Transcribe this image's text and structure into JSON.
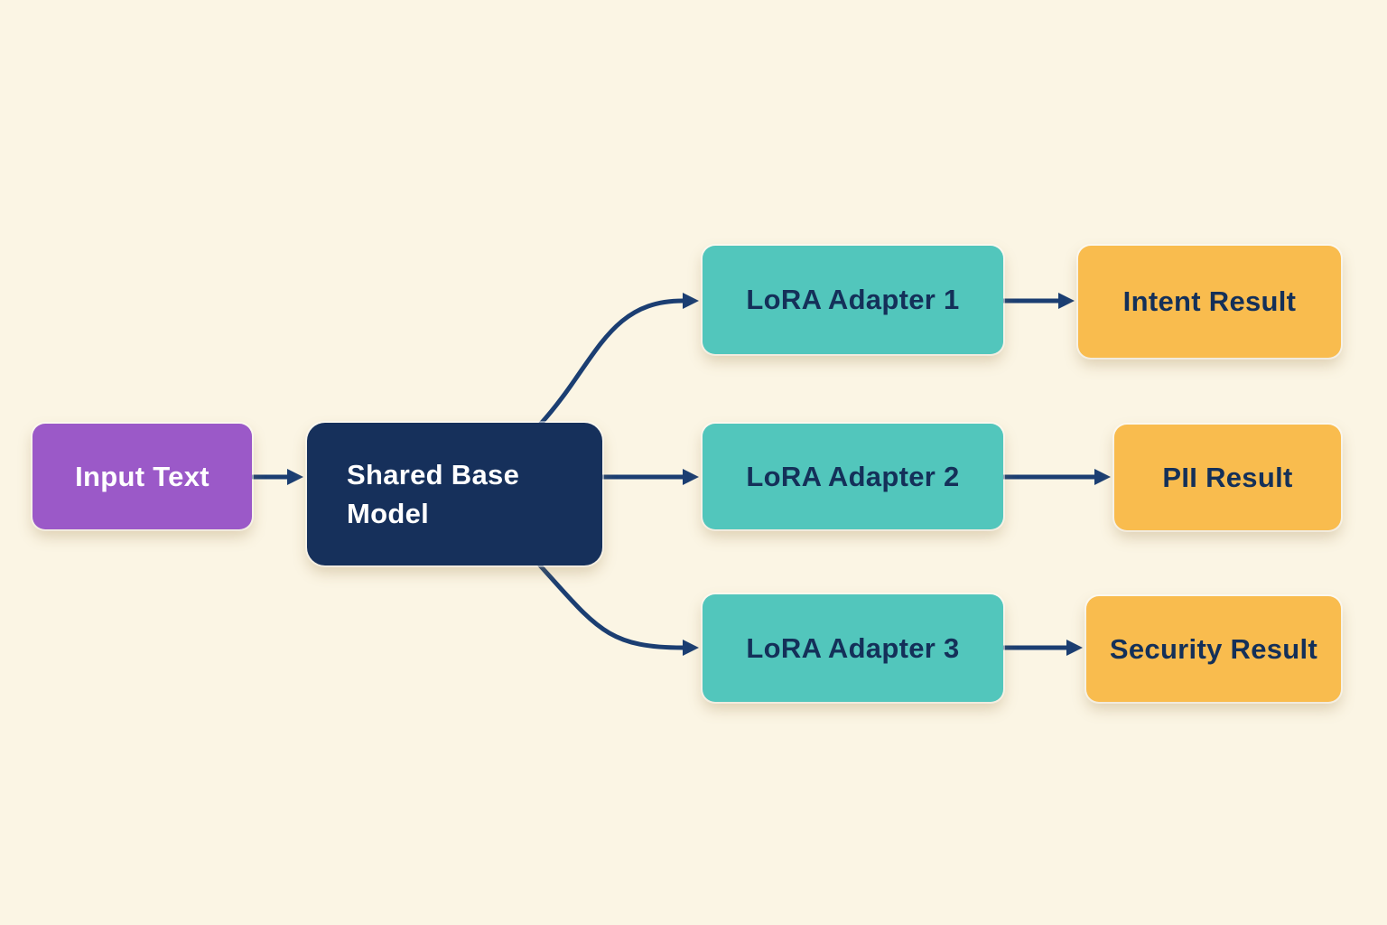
{
  "palette": {
    "background": "#fbf5e4",
    "arrow": "#1b3e72",
    "purple": "#9b59c8",
    "navy": "#16305b",
    "teal": "#52c6bc",
    "yellow": "#f9bc4e",
    "light_text": "#ffffff",
    "dark_text": "#143059"
  },
  "nodes": [
    {
      "id": "input-text",
      "label": "Input Text",
      "fill": "#9b59c8",
      "text_color": "#ffffff"
    },
    {
      "id": "shared-base-model",
      "label": "Shared Base Model",
      "fill": "#16305b",
      "text_color": "#ffffff"
    },
    {
      "id": "lora-adapter-1",
      "label": "LoRA Adapter 1",
      "fill": "#52c6bc",
      "text_color": "#143059"
    },
    {
      "id": "lora-adapter-2",
      "label": "LoRA Adapter 2",
      "fill": "#52c6bc",
      "text_color": "#143059"
    },
    {
      "id": "lora-adapter-3",
      "label": "LoRA Adapter 3",
      "fill": "#52c6bc",
      "text_color": "#143059"
    },
    {
      "id": "intent-result",
      "label": "Intent Result",
      "fill": "#f9bc4e",
      "text_color": "#143059"
    },
    {
      "id": "pii-result",
      "label": "PII Result",
      "fill": "#f9bc4e",
      "text_color": "#143059"
    },
    {
      "id": "security-result",
      "label": "Security Result",
      "fill": "#f9bc4e",
      "text_color": "#143059"
    }
  ],
  "edges": [
    {
      "from": "input-text",
      "to": "shared-base-model"
    },
    {
      "from": "shared-base-model",
      "to": "lora-adapter-1"
    },
    {
      "from": "shared-base-model",
      "to": "lora-adapter-2"
    },
    {
      "from": "shared-base-model",
      "to": "lora-adapter-3"
    },
    {
      "from": "lora-adapter-1",
      "to": "intent-result"
    },
    {
      "from": "lora-adapter-2",
      "to": "pii-result"
    },
    {
      "from": "lora-adapter-3",
      "to": "security-result"
    }
  ]
}
